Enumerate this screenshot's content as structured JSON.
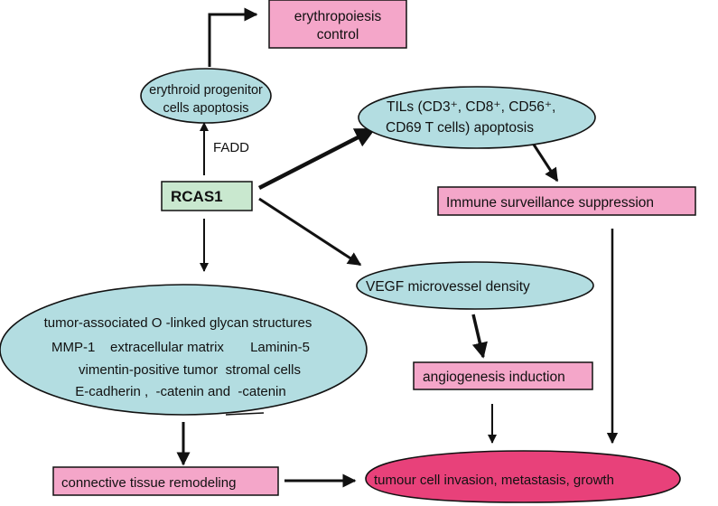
{
  "diagram": {
    "colors": {
      "outcome_box": "#f4a6c9",
      "central_node": "#c9e8cf",
      "mechanism_ellipse": "#b3dde1",
      "final_outcome": "#e8417a",
      "line": "#111111"
    },
    "nodes": {
      "erythropoiesis": {
        "lines": [
          "erythropoiesis",
          "control"
        ]
      },
      "erythroid": {
        "lines": [
          "erythroid progenitor",
          "cells apoptosis"
        ]
      },
      "tils": {
        "lines": [
          "TILs (CD3⁺, CD8⁺, CD56⁺,",
          "CD69 T cells) apoptosis"
        ]
      },
      "rcas1": {
        "label": "RCAS1"
      },
      "fadd": {
        "label": "FADD"
      },
      "immune": {
        "label": "Immune surveillance suppression"
      },
      "vegf": {
        "label": "VEGF microvessel density"
      },
      "glycan": {
        "lines": [
          "tumor-associated O -linked glycan structures",
          "MMP-1    extracellular matrix       Laminin-5",
          "vimentin-positive tumor  stromal cells",
          "E-cadherin ,  -catenin and  -catenin"
        ]
      },
      "angiogenesis": {
        "label": "angiogenesis induction"
      },
      "connective": {
        "label": "connective tissue remodeling"
      },
      "tumour": {
        "label": "tumour cell invasion, metastasis, growth"
      }
    },
    "edges": [
      {
        "from": "rcas1",
        "to": "erythroid",
        "label": "FADD"
      },
      {
        "from": "erythroid",
        "to": "erythropoiesis"
      },
      {
        "from": "rcas1",
        "to": "tils"
      },
      {
        "from": "tils",
        "to": "immune"
      },
      {
        "from": "rcas1",
        "to": "vegf"
      },
      {
        "from": "rcas1",
        "to": "glycan"
      },
      {
        "from": "vegf",
        "to": "angiogenesis"
      },
      {
        "from": "glycan",
        "to": "connective"
      },
      {
        "from": "immune",
        "to": "tumour"
      },
      {
        "from": "angiogenesis",
        "to": "tumour"
      },
      {
        "from": "connective",
        "to": "tumour"
      }
    ]
  }
}
